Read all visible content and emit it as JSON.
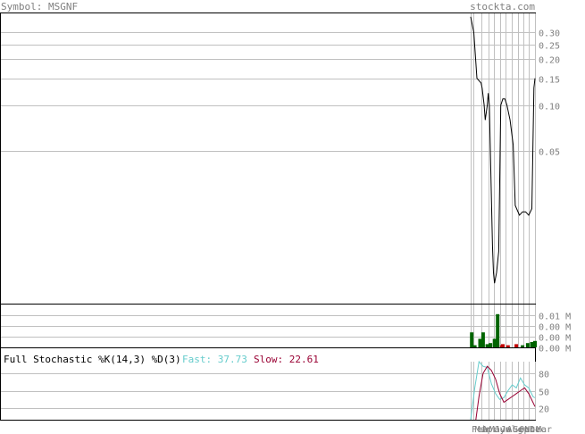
{
  "header": {
    "symbol_label": "Symbol: MSGNF",
    "site": "stockta.com"
  },
  "stochastic": {
    "title": "Full Stochastic %K(14,3) %D(3)",
    "fast_label": "Fast: 37.73",
    "slow_label": "Slow: 22.61"
  },
  "colors": {
    "price_line": "#000000",
    "volume_up": "#006400",
    "volume_down": "#c00000",
    "fast_line": "#66cccc",
    "slow_line": "#990033",
    "grid": "#c0c0c0",
    "tick_text": "#808080"
  },
  "chart_data": [
    {
      "type": "line",
      "name": "price",
      "scale": "log",
      "ylim": [
        0.005,
        0.4
      ],
      "y_ticks": [
        "0.30",
        "0.25",
        "0.20",
        "0.15",
        "0.10",
        "0.05"
      ],
      "y_tick_values": [
        0.3,
        0.25,
        0.2,
        0.15,
        0.1,
        0.05
      ],
      "x_index": [
        0,
        3,
        6,
        10,
        11,
        13,
        14,
        16,
        17,
        18,
        21,
        22,
        23,
        25,
        27,
        29,
        31,
        33,
        35,
        38,
        41,
        43,
        47,
        50,
        53,
        56,
        59,
        61,
        62
      ],
      "values": [
        0.38,
        0.3,
        0.15,
        0.14,
        0.13,
        0.1,
        0.08,
        0.1,
        0.12,
        0.1,
        0.012,
        0.008,
        0.0068,
        0.008,
        0.011,
        0.1,
        0.11,
        0.11,
        0.1,
        0.08,
        0.055,
        0.022,
        0.019,
        0.02,
        0.02,
        0.019,
        0.021,
        0.13,
        0.15
      ]
    },
    {
      "type": "bar",
      "name": "volume",
      "unit": "M",
      "ylim": [
        0,
        0.04
      ],
      "y_ticks": [
        "0.01 M",
        "0.00 M",
        "0.00 M",
        "0.00 M"
      ],
      "y_tick_values": [
        0.03,
        0.02,
        0.01,
        0.0
      ],
      "x_index": [
        1,
        4,
        6,
        9,
        10,
        12,
        14,
        16,
        17,
        19,
        21,
        23,
        24,
        26,
        28,
        30,
        31,
        32,
        34,
        36,
        38,
        40,
        42,
        44,
        46,
        48,
        50,
        52,
        53,
        55,
        57,
        59,
        62
      ],
      "values": [
        0.014,
        0.002,
        0.0,
        0.008,
        0.0,
        0.014,
        0.0,
        0.003,
        0.0,
        0.004,
        0.0,
        0.008,
        0.0,
        0.031,
        0.0,
        0.002,
        0.003,
        0.0,
        0.0,
        0.002,
        0.0,
        0.0,
        0.0,
        0.003,
        0.0,
        0.0,
        0.002,
        0.0,
        0.0,
        0.004,
        0.0,
        0.005,
        0.006
      ],
      "direction": [
        "up",
        "up",
        "up",
        "up",
        "up",
        "up",
        "up",
        "up",
        "up",
        "up",
        "up",
        "up",
        "up",
        "up",
        "up",
        "down",
        "down",
        "up",
        "up",
        "down",
        "up",
        "up",
        "up",
        "down",
        "up",
        "up",
        "up",
        "up",
        "up",
        "up",
        "up",
        "up",
        "up"
      ]
    },
    {
      "type": "line",
      "name": "stochastic",
      "ylim": [
        0,
        100
      ],
      "y_ticks": [
        "80",
        "50",
        "20"
      ],
      "y_tick_values": [
        80,
        50,
        20
      ],
      "series": [
        {
          "key": "fast",
          "x_index": [
            0,
            4,
            8,
            12,
            16,
            20,
            24,
            28,
            32,
            36,
            40,
            44,
            48,
            52,
            56,
            60,
            62
          ],
          "values": [
            0,
            55,
            100,
            92,
            90,
            62,
            45,
            35,
            38,
            50,
            60,
            55,
            72,
            60,
            55,
            40,
            37.73
          ]
        },
        {
          "key": "slow",
          "x_index": [
            5,
            8,
            12,
            16,
            20,
            24,
            28,
            32,
            36,
            40,
            44,
            48,
            52,
            56,
            60,
            62
          ],
          "values": [
            0,
            40,
            80,
            92,
            85,
            70,
            45,
            30,
            35,
            40,
            45,
            50,
            55,
            45,
            30,
            22.61
          ]
        }
      ]
    }
  ],
  "x_axis": {
    "labels": [
      "Feb",
      "Mar",
      "Apr",
      "May",
      "Jun",
      "Jul",
      "Aug",
      "Sep",
      "Oct",
      "Nov",
      "Dec",
      "Mar"
    ],
    "label_index": [
      0,
      3,
      10,
      17,
      22,
      28,
      34,
      40,
      46,
      51,
      56,
      62
    ],
    "x_max_index": 62
  }
}
